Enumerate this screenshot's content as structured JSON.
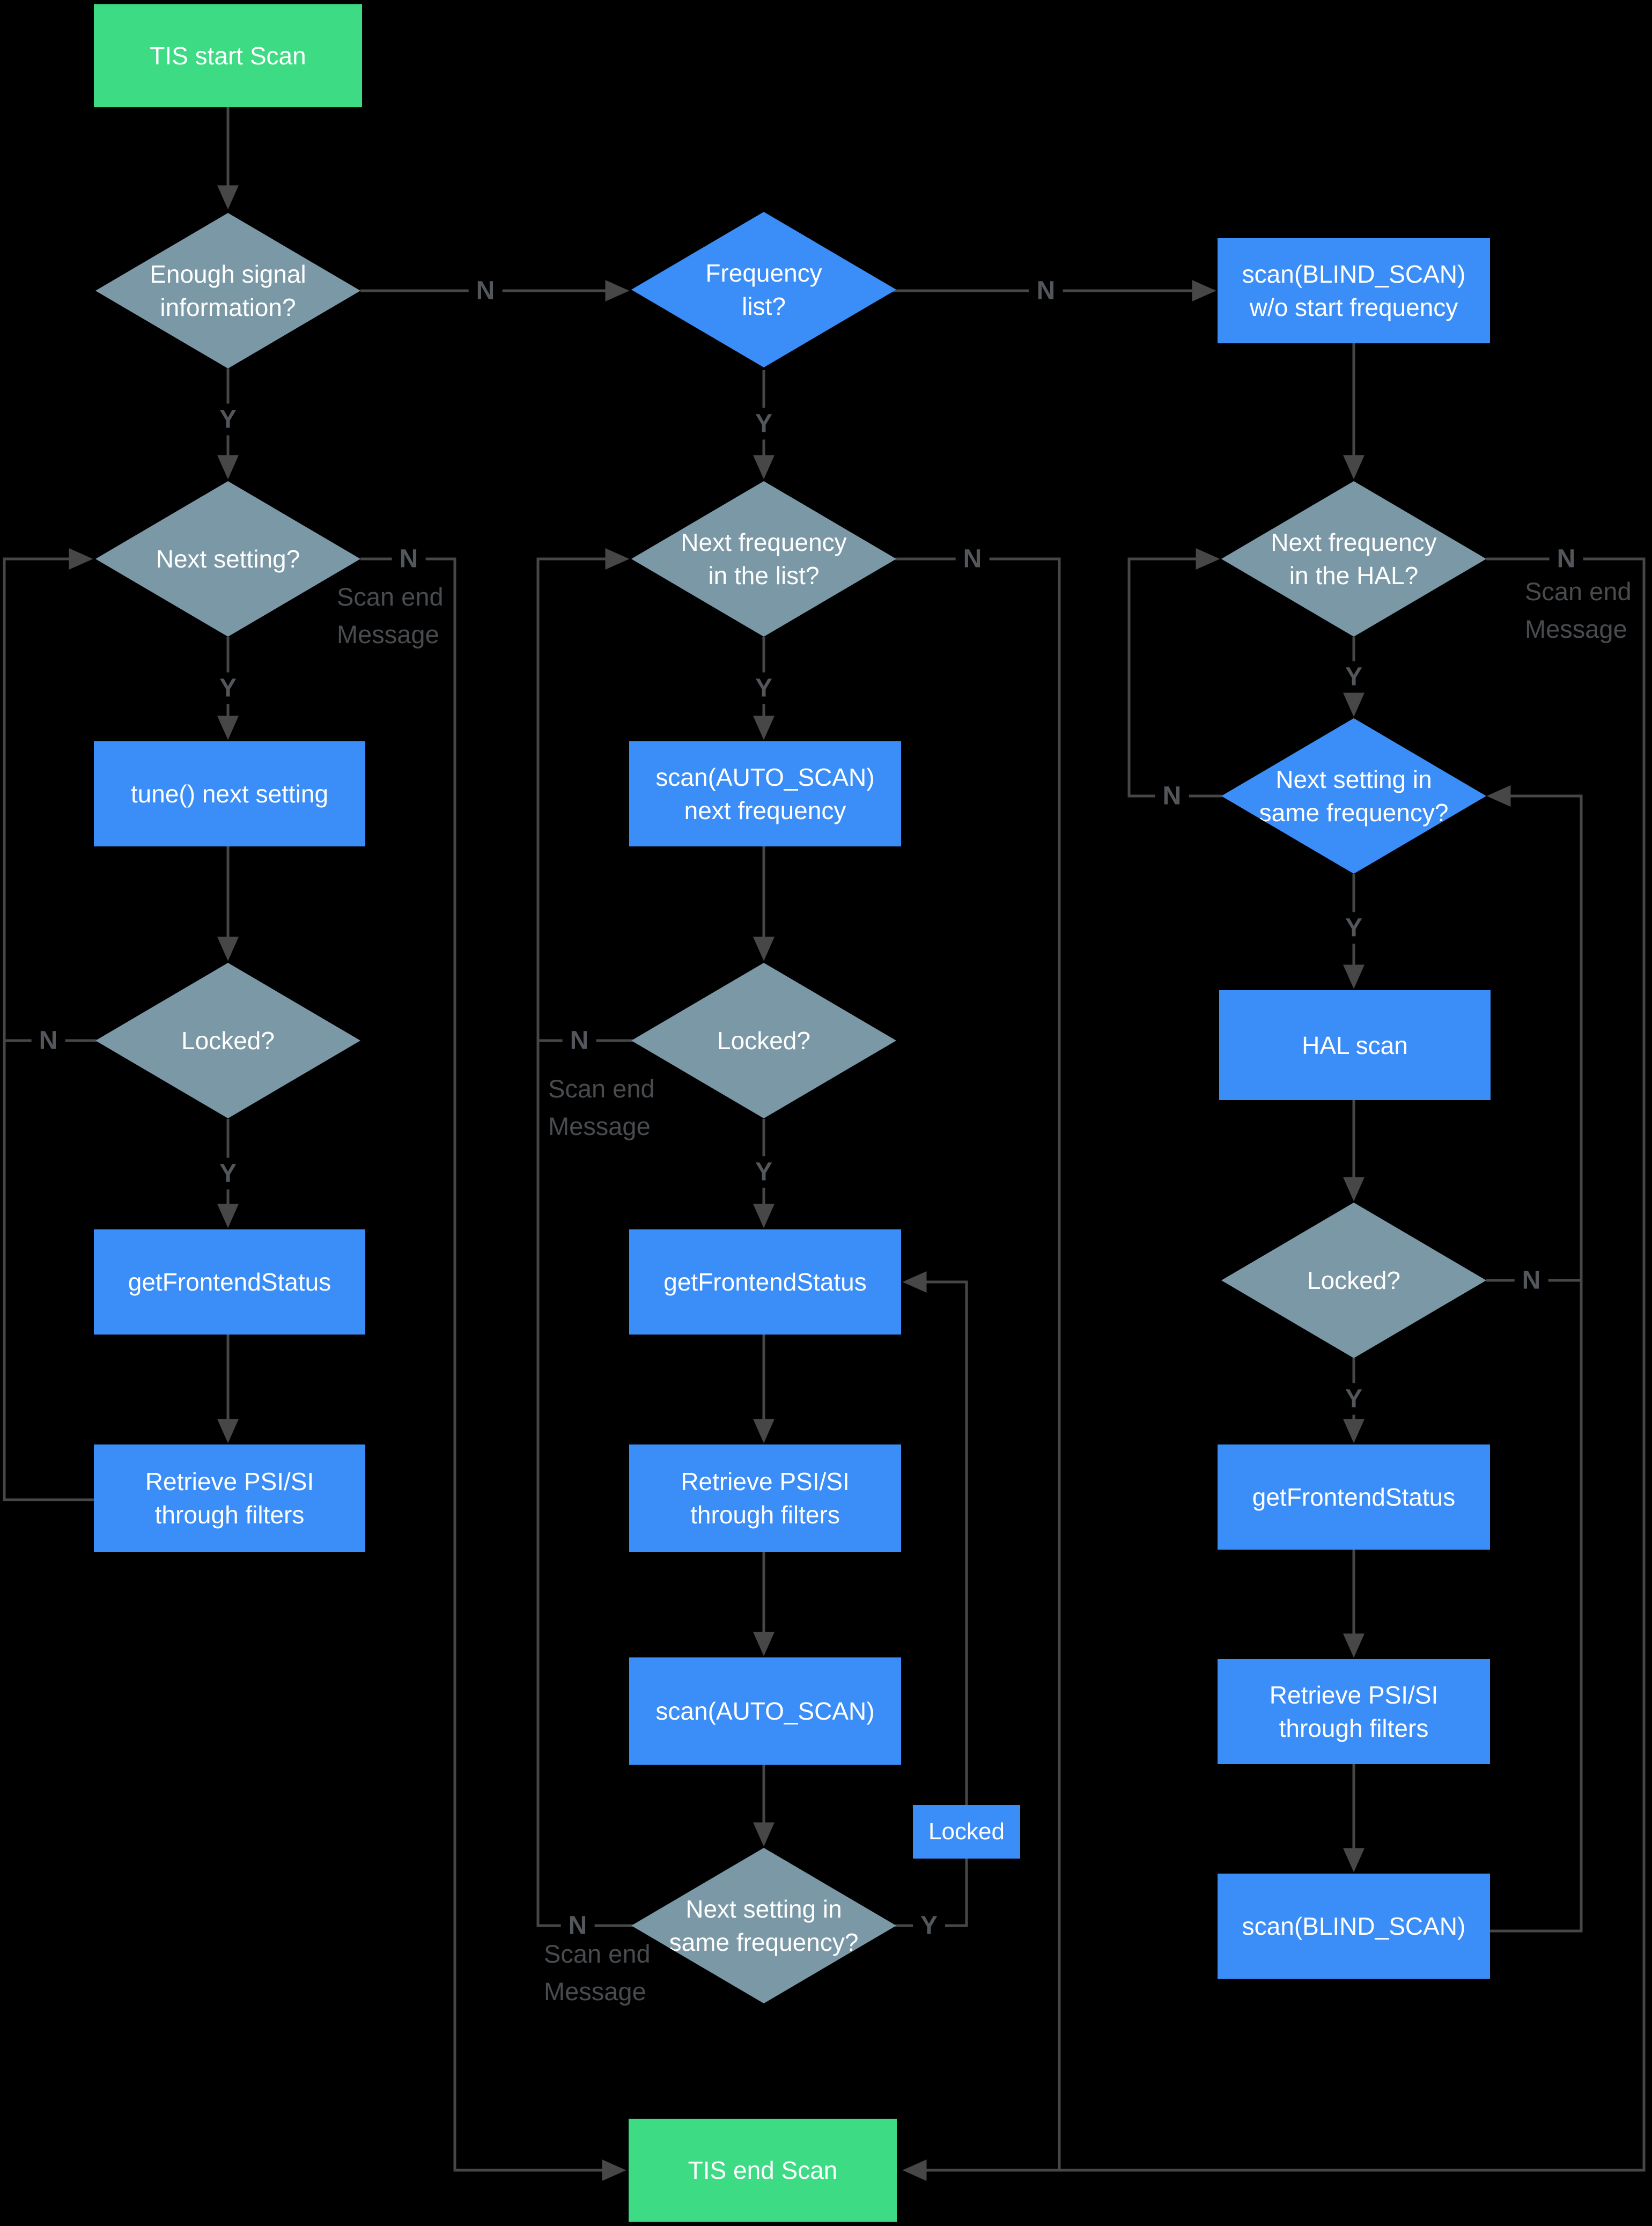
{
  "diagram": {
    "type": "flowchart",
    "colors": {
      "background": "#000000",
      "process_fill": "#3b8df8",
      "decision_fill": "#7b98a6",
      "decision_alt_fill": "#3b8df8",
      "terminal_fill": "#3ddc84",
      "connector": "#474747",
      "edge_label_text": "#53575b",
      "annotation_text": "#494c4f",
      "node_text": "#ffffff"
    },
    "labels": {
      "yes": "Y",
      "no": "N",
      "scan_end": "Scan end\nMessage",
      "locked_tag": "Locked"
    },
    "nodes": {
      "start": {
        "label": "TIS start Scan",
        "type": "terminal"
      },
      "enough_signal": {
        "label": "Enough signal\ninformation?",
        "type": "decision"
      },
      "frequency_list": {
        "label": "Frequency\nlist?",
        "type": "decision"
      },
      "blind_scan_wo_start": {
        "label": "scan(BLIND_SCAN)\nw/o start frequency",
        "type": "process"
      },
      "next_setting": {
        "label": "Next setting?",
        "type": "decision"
      },
      "tune_next_setting": {
        "label": "tune() next setting",
        "type": "process"
      },
      "locked_1": {
        "label": "Locked?",
        "type": "decision"
      },
      "get_frontend_status_1": {
        "label": "getFrontendStatus",
        "type": "process"
      },
      "retrieve_psi_1": {
        "label": "Retrieve PSI/SI\nthrough filters",
        "type": "process"
      },
      "next_freq_in_list": {
        "label": "Next frequency\nin the list?",
        "type": "decision"
      },
      "scan_auto_next_freq": {
        "label": "scan(AUTO_SCAN)\nnext frequency",
        "type": "process"
      },
      "locked_2": {
        "label": "Locked?",
        "type": "decision"
      },
      "get_frontend_status_2": {
        "label": "getFrontendStatus",
        "type": "process"
      },
      "retrieve_psi_2": {
        "label": "Retrieve PSI/SI\nthrough filters",
        "type": "process"
      },
      "scan_auto": {
        "label": "scan(AUTO_SCAN)",
        "type": "process"
      },
      "next_setting_same_freq_mid": {
        "label": "Next setting in\nsame frequency?",
        "type": "decision"
      },
      "next_freq_in_hal": {
        "label": "Next frequency\nin the HAL?",
        "type": "decision"
      },
      "next_setting_same_freq_right": {
        "label": "Next setting in\nsame frequency?",
        "type": "decision-alt"
      },
      "hal_scan": {
        "label": "HAL scan",
        "type": "process"
      },
      "locked_3": {
        "label": "Locked?",
        "type": "decision"
      },
      "get_frontend_status_3": {
        "label": "getFrontendStatus",
        "type": "process"
      },
      "retrieve_psi_3": {
        "label": "Retrieve PSI/SI\nthrough filters",
        "type": "process"
      },
      "scan_blind": {
        "label": "scan(BLIND_SCAN)",
        "type": "process"
      },
      "end": {
        "label": "TIS end Scan",
        "type": "terminal"
      }
    }
  }
}
